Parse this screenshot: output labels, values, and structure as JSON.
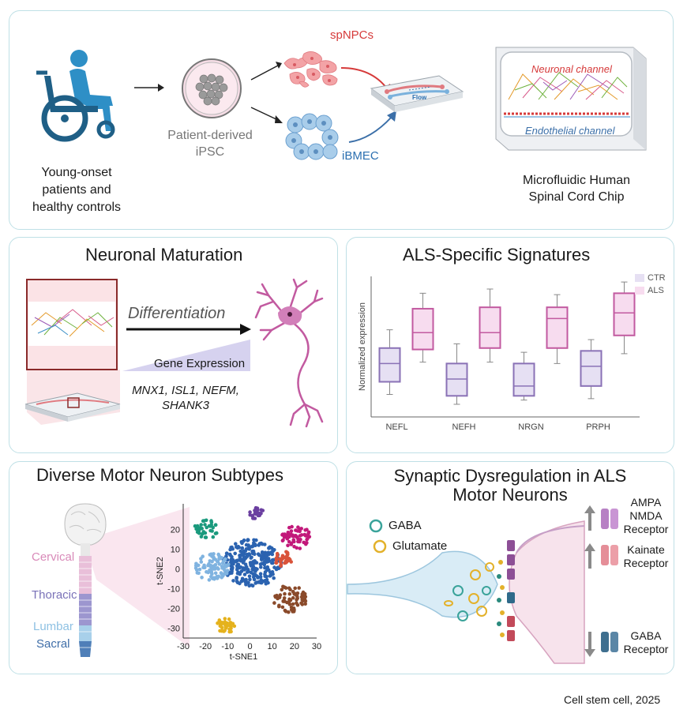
{
  "top": {
    "patients_label": [
      "Young-onset",
      "patients and",
      "healthy controls"
    ],
    "ipsc_label": [
      "Patient-derived",
      "iPSC"
    ],
    "spnpc_label": "spNPCs",
    "ibmec_label": "iBMEC",
    "flow_label": "Flow",
    "neuronal_channel": "Neuronal channel",
    "endothelial_channel": "Endothelial channel",
    "chip_label": [
      "Microfluidic Human",
      "Spinal Cord Chip"
    ]
  },
  "maturation": {
    "title": "Neuronal Maturation",
    "differentiation": "Differentiation",
    "gene_expression": "Gene Expression",
    "genes": [
      "MNX1, ISL1, NEFM,",
      "SHANK3"
    ]
  },
  "signatures": {
    "title": "ALS-Specific Signatures",
    "legend": [
      "CTR",
      "ALS"
    ]
  },
  "subtypes": {
    "title": "Diverse Motor Neuron Subtypes",
    "regions": [
      "Cervical",
      "Thoracic",
      "Lumbar",
      "Sacral"
    ]
  },
  "synaptic": {
    "title": [
      "Synaptic Dysregulation in ALS",
      "Motor Neurons"
    ],
    "legend": [
      "GABA",
      "Glutamate"
    ],
    "receptors": [
      {
        "lines": [
          "AMPA",
          "NMDA",
          "Receptor"
        ],
        "direction": "up"
      },
      {
        "lines": [
          "Kainate",
          "Receptor"
        ],
        "direction": "up"
      },
      {
        "lines": [
          "GABA",
          "Receptor"
        ],
        "direction": "down"
      }
    ]
  },
  "citation": "Cell stem cell, 2025",
  "colors": {
    "panel_border": "#bfe0e6",
    "ctr": "#8a72b6",
    "ctr_fill": "#e6e0f3",
    "als": "#c25aa0",
    "als_fill": "#f7dcef",
    "red_arrow": "#d63a3a",
    "blue_arrow": "#3b6fa8",
    "wheelchair": "#1f5f86"
  },
  "chart_data": {
    "type": "box",
    "title": "ALS-Specific Signatures",
    "ylabel": "Normalized expression",
    "categories": [
      "NEFL",
      "NEFH",
      "NRGN",
      "PRPH"
    ],
    "ylim": [
      0,
      10
    ],
    "series": [
      {
        "name": "CTR",
        "boxes": [
          {
            "min": 1.6,
            "q1": 2.5,
            "median": 3.8,
            "q3": 4.9,
            "max": 6.2
          },
          {
            "min": 0.9,
            "q1": 1.5,
            "median": 2.7,
            "q3": 3.8,
            "max": 5.2
          },
          {
            "min": 1.2,
            "q1": 1.5,
            "median": 2.2,
            "q3": 3.8,
            "max": 4.6
          },
          {
            "min": 1.3,
            "q1": 2.2,
            "median": 3.6,
            "q3": 4.7,
            "max": 5.5
          }
        ]
      },
      {
        "name": "ALS",
        "boxes": [
          {
            "min": 3.9,
            "q1": 4.8,
            "median": 6.0,
            "q3": 7.7,
            "max": 8.8
          },
          {
            "min": 3.9,
            "q1": 4.9,
            "median": 6.0,
            "q3": 7.8,
            "max": 9.1
          },
          {
            "min": 3.8,
            "q1": 4.9,
            "median": 7.0,
            "q3": 7.8,
            "max": 8.7
          },
          {
            "min": 4.5,
            "q1": 5.8,
            "median": 7.4,
            "q3": 8.8,
            "max": 9.6
          }
        ]
      }
    ]
  },
  "tsne_data": {
    "type": "scatter",
    "xlabel": "t-SNE1",
    "ylabel": "t-SNE2",
    "xticks": [
      -30,
      -20,
      -10,
      0,
      10,
      20,
      30
    ],
    "yticks": [
      20,
      10,
      0,
      -10,
      -20,
      -30
    ],
    "xlim": [
      -30,
      30
    ],
    "ylim": [
      -35,
      33
    ],
    "clusters": [
      {
        "color": "#1a9a7d",
        "cx": -20,
        "cy": 20,
        "r": 5,
        "n": 40
      },
      {
        "color": "#6b3fa0",
        "cx": 3,
        "cy": 28,
        "r": 3,
        "n": 22
      },
      {
        "color": "#c2187a",
        "cx": 21,
        "cy": 16,
        "r": 6,
        "n": 60
      },
      {
        "color": "#2b63b0",
        "cx": 1,
        "cy": 3,
        "r": 12,
        "n": 260
      },
      {
        "color": "#7fb3e0",
        "cx": -17,
        "cy": 1,
        "r": 7,
        "n": 90
      },
      {
        "color": "#d9533a",
        "cx": 15,
        "cy": 5,
        "r": 4,
        "n": 35
      },
      {
        "color": "#8a4a2a",
        "cx": 18,
        "cy": -15,
        "r": 7,
        "n": 70
      },
      {
        "color": "#e5b21d",
        "cx": -11,
        "cy": -29,
        "r": 4,
        "n": 40
      }
    ]
  }
}
